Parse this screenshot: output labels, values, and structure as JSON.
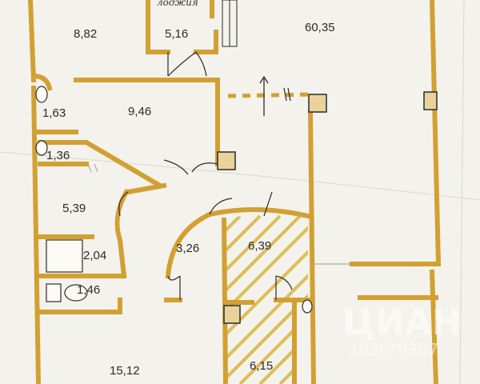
{
  "colors": {
    "paper": "#f3f2ec",
    "wall": "#d2a032",
    "wall_dark": "#b98a22",
    "ink": "#2b2b2b",
    "hatch": "#d9b43c"
  },
  "rooms": [
    {
      "id": "r1",
      "label": "8,82"
    },
    {
      "id": "r2",
      "label": "5,16"
    },
    {
      "id": "r3",
      "label": "60,35"
    },
    {
      "id": "r4",
      "label": "1,63"
    },
    {
      "id": "r5",
      "label": "9,46"
    },
    {
      "id": "r6",
      "label": "1,36"
    },
    {
      "id": "r7",
      "label": "5,39"
    },
    {
      "id": "r8",
      "label": "2,04"
    },
    {
      "id": "r9",
      "label": "3,26"
    },
    {
      "id": "r10",
      "label": "6,39"
    },
    {
      "id": "r11",
      "label": "1,46"
    },
    {
      "id": "r12",
      "label": "15,12"
    },
    {
      "id": "r13",
      "label": "6,15"
    }
  ],
  "handwritten_note": "лоджия",
  "watermark": {
    "brand": "ЦИАН",
    "code": "1926*9307"
  }
}
